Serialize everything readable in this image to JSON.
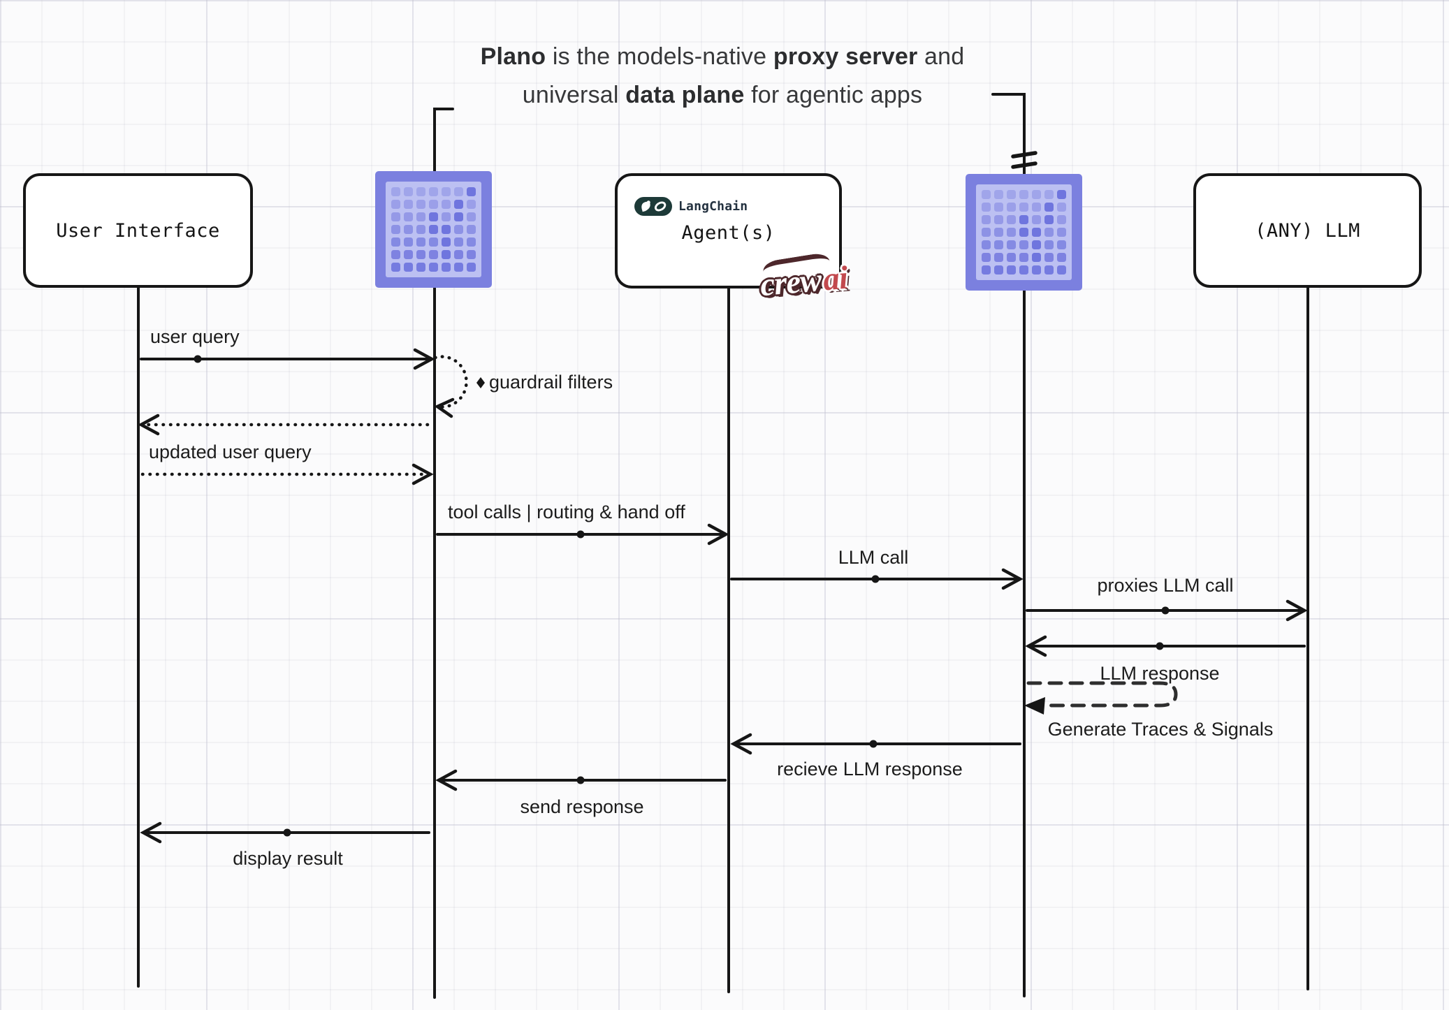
{
  "title": {
    "seg1_bold": "Plano",
    "seg2": " is the models-native ",
    "seg3_bold": "proxy server",
    "seg4": " and",
    "seg5": "universal ",
    "seg6_bold": "data plane",
    "seg7": " for agentic apps"
  },
  "actors": {
    "user_interface": {
      "label": "User Interface"
    },
    "plano_left": {
      "icon": "plano-grid-logo"
    },
    "agents": {
      "label": "Agent(s)"
    },
    "plano_right": {
      "icon": "plano-grid-logo"
    },
    "llm": {
      "label": "(ANY) LLM"
    }
  },
  "logos": {
    "langchain": "LangChain",
    "crewai_crew": "crew",
    "crewai_ai": "ai"
  },
  "messages": [
    {
      "label": "user query",
      "style": "solid",
      "from": "User Interface",
      "to": "Plano"
    },
    {
      "label": "guardrail filters",
      "style": "dotted-self-loop",
      "at": "Plano"
    },
    {
      "label": "",
      "style": "dotted",
      "from": "Plano",
      "to": "User Interface"
    },
    {
      "label": "updated user query",
      "style": "dotted",
      "from": "User Interface",
      "to": "Plano"
    },
    {
      "label": "tool calls | routing & hand off",
      "style": "solid",
      "from": "Plano",
      "to": "Agent(s)"
    },
    {
      "label": "LLM call",
      "style": "solid",
      "from": "Agent(s)",
      "to": "Plano"
    },
    {
      "label": "proxies LLM call",
      "style": "solid",
      "from": "Plano",
      "to": "(ANY) LLM"
    },
    {
      "label": "LLM response",
      "style": "solid",
      "from": "(ANY) LLM",
      "to": "Plano"
    },
    {
      "label": "Generate Traces & Signals",
      "style": "dashed-self-loop",
      "at": "Plano"
    },
    {
      "label": "recieve LLM response",
      "style": "solid",
      "from": "Plano",
      "to": "Agent(s)"
    },
    {
      "label": "send response",
      "style": "solid",
      "from": "Agent(s)",
      "to": "Plano"
    },
    {
      "label": "display result",
      "style": "solid",
      "from": "Plano",
      "to": "User Interface"
    }
  ],
  "colors": {
    "line": "#161616",
    "plano_purple": "#7b80df",
    "plano_light": "#bcc0f2",
    "langchain_teal": "#1d3a38",
    "crewai_red": "#c2494e",
    "crewai_outline": "#4d272b"
  }
}
